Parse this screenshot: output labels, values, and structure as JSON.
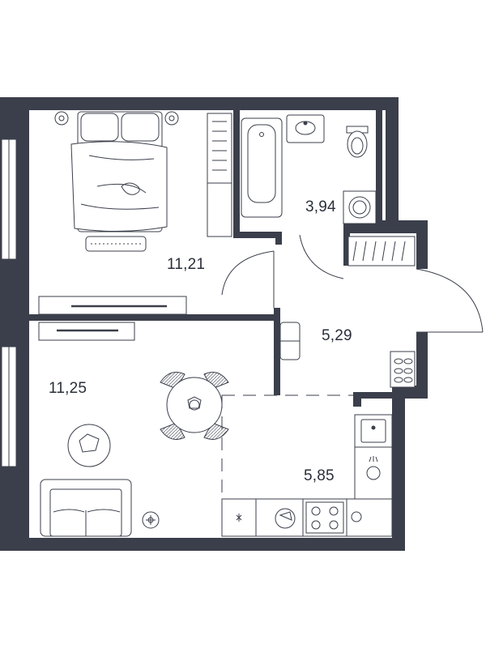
{
  "rooms": {
    "bedroom": {
      "area": "11,21"
    },
    "bathroom": {
      "area": "3,94"
    },
    "hallway": {
      "area": "5,29"
    },
    "living": {
      "area": "11,25"
    },
    "kitchen": {
      "area": "5,85"
    }
  },
  "colors": {
    "wall": "#3b3f4b",
    "line": "#3b3f4b",
    "background": "#ffffff"
  }
}
